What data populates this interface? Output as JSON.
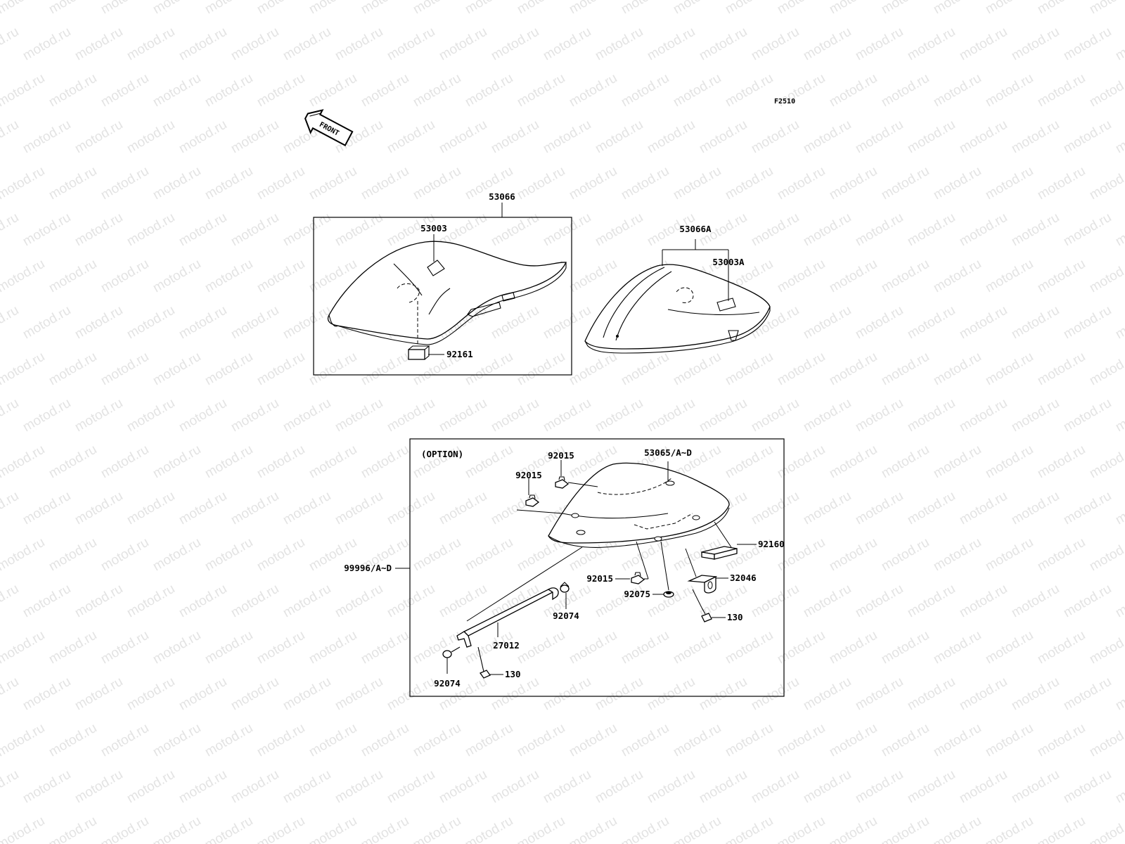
{
  "watermark": "motod.ru",
  "figure_code": "F2510",
  "front_arrow_label": "FRONT",
  "option_label": "(OPTION)",
  "parts": {
    "seat_front_assy": "53066",
    "seat_front_bracket": "53003",
    "seat_front_damper": "92161",
    "seat_rear_assy": "53066A",
    "seat_rear_bracket": "53003A",
    "option_set": "99996/A~D",
    "seat_cover": "53065/A~D",
    "nut_a": "92015",
    "nut_b": "92015",
    "nut_c": "92015",
    "damper_pad": "92160",
    "bracket": "32046",
    "grommet": "92075",
    "bolt_right": "130",
    "cap_upper": "92074",
    "stay": "27012",
    "bolt_left": "130",
    "cap_lower": "92074"
  }
}
